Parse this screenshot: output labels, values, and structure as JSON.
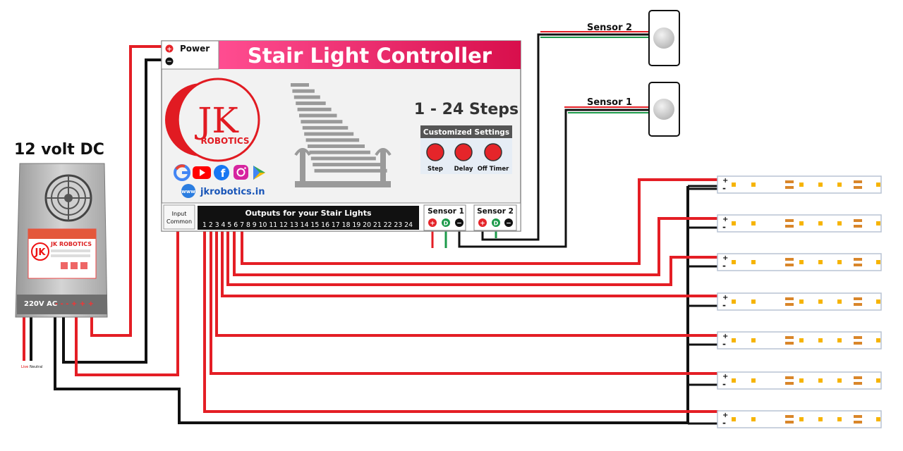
{
  "psu": {
    "title": "12 volt DC",
    "ac_label": "220V AC",
    "pins": "- - - + + +",
    "brand_badge": "JK",
    "brand_name": "JK ROBOTICS",
    "live_label": "Live",
    "neutral_label": "Neutral"
  },
  "controller": {
    "title": "Stair Light Controller",
    "power_label": "Power",
    "steps_label": "1 - 24 Steps",
    "logo_jk": "JK",
    "logo_robotics": "ROBOTICS",
    "website": "jkrobotics.in",
    "www": "www",
    "settings_title": "Customized Settings",
    "buttons": [
      "Step",
      "Delay",
      "Off Timer"
    ],
    "input_common": [
      "Input",
      "Common"
    ],
    "outputs_title": "Outputs for your Stair Lights",
    "output_numbers": "1 2 3 4 5 6 7 8 9 10 11 12 13 14 15 16 17 18 19 20 21 22 23 24",
    "sensor1_label": "Sensor 1",
    "sensor2_label": "Sensor 2",
    "sensor_pin_d": "D"
  },
  "sensors": [
    {
      "label": "Sensor 2"
    },
    {
      "label": "Sensor 1"
    }
  ],
  "strips": {
    "count": 7,
    "plus": "+",
    "minus": "-"
  },
  "colors": {
    "red_wire": "#e41e25",
    "black_wire": "#111111",
    "green_wire": "#1c9a4a",
    "title_gradient_start": "#ff3a8a",
    "title_gradient_end": "#d90f4d",
    "led": "#f6b400",
    "settings_header": "#555555",
    "button_red": "#e5252a"
  },
  "icons": [
    "google-icon",
    "youtube-icon",
    "facebook-icon",
    "instagram-icon",
    "play-store-icon",
    "globe-icon",
    "fan-grille-icon"
  ]
}
